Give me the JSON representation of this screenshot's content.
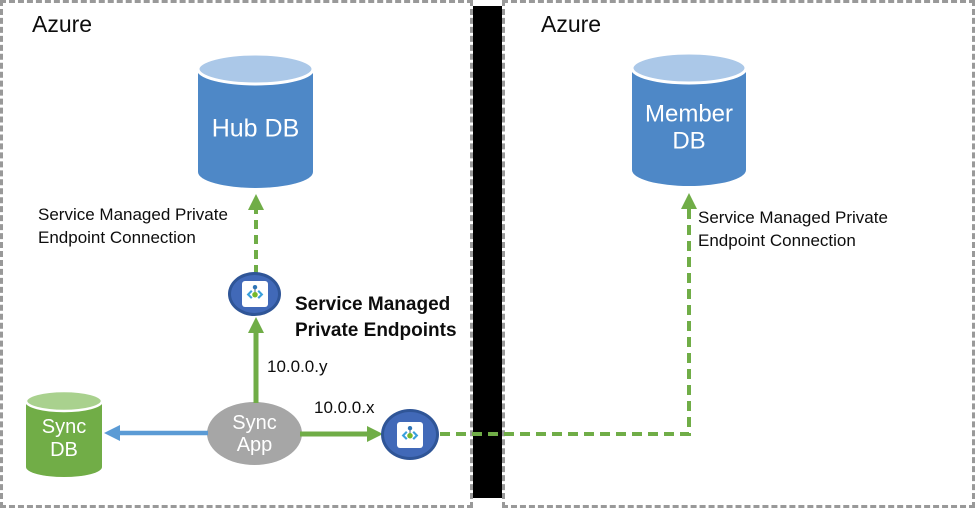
{
  "left_panel": {
    "region_label": "Azure",
    "hub_db_label": "Hub DB",
    "sync_db_line1": "Sync",
    "sync_db_line2": "DB",
    "sync_app_line1": "Sync",
    "sync_app_line2": "App",
    "endpoint_connection_line1": "Service Managed Private",
    "endpoint_connection_line2": "Endpoint Connection",
    "endpoints_title_line1": "Service Managed",
    "endpoints_title_line2": "Private Endpoints",
    "ip_y_label": "10.0.0.y",
    "ip_x_label": "10.0.0.x"
  },
  "right_panel": {
    "region_label": "Azure",
    "member_db_line1": "Member",
    "member_db_line2": "DB",
    "endpoint_connection_line1": "Service Managed Private",
    "endpoint_connection_line2": "Endpoint Connection"
  },
  "icons": {
    "private_endpoint": "private-endpoint-icon (angle brackets with pin)"
  },
  "colors": {
    "db_blue_body": "#4e88c7",
    "db_blue_top": "#abc8e8",
    "db_green_body": "#71ad47",
    "db_green_top": "#a9d18e",
    "app_gray": "#a6a6a6",
    "endpoint_fill": "#4169b8",
    "endpoint_border": "#2f5597",
    "arrow_green": "#70ad47",
    "arrow_blue": "#5b9bd5",
    "separator_black": "#000000"
  },
  "connections": [
    {
      "from": "sync-app",
      "to": "hub-db",
      "via": "private-endpoint-1",
      "label": "10.0.0.y",
      "type": "service managed private endpoint connection"
    },
    {
      "from": "sync-app",
      "to": "member-db",
      "via": "private-endpoint-2",
      "label": "10.0.0.x",
      "type": "service managed private endpoint connection"
    },
    {
      "from": "sync-app",
      "to": "sync-db",
      "type": "direct"
    }
  ]
}
